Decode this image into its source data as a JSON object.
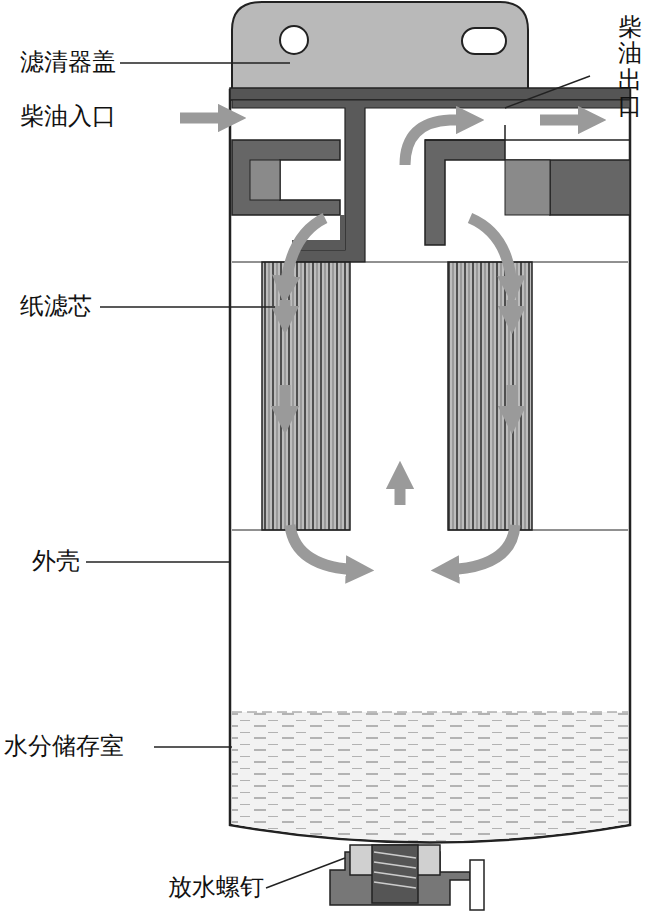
{
  "diagram": {
    "labels": [
      "滤清器盖",
      "柴油入口",
      "柴油出口",
      "纸滤芯",
      "外壳",
      "水分储存室",
      "放水螺钉"
    ]
  }
}
